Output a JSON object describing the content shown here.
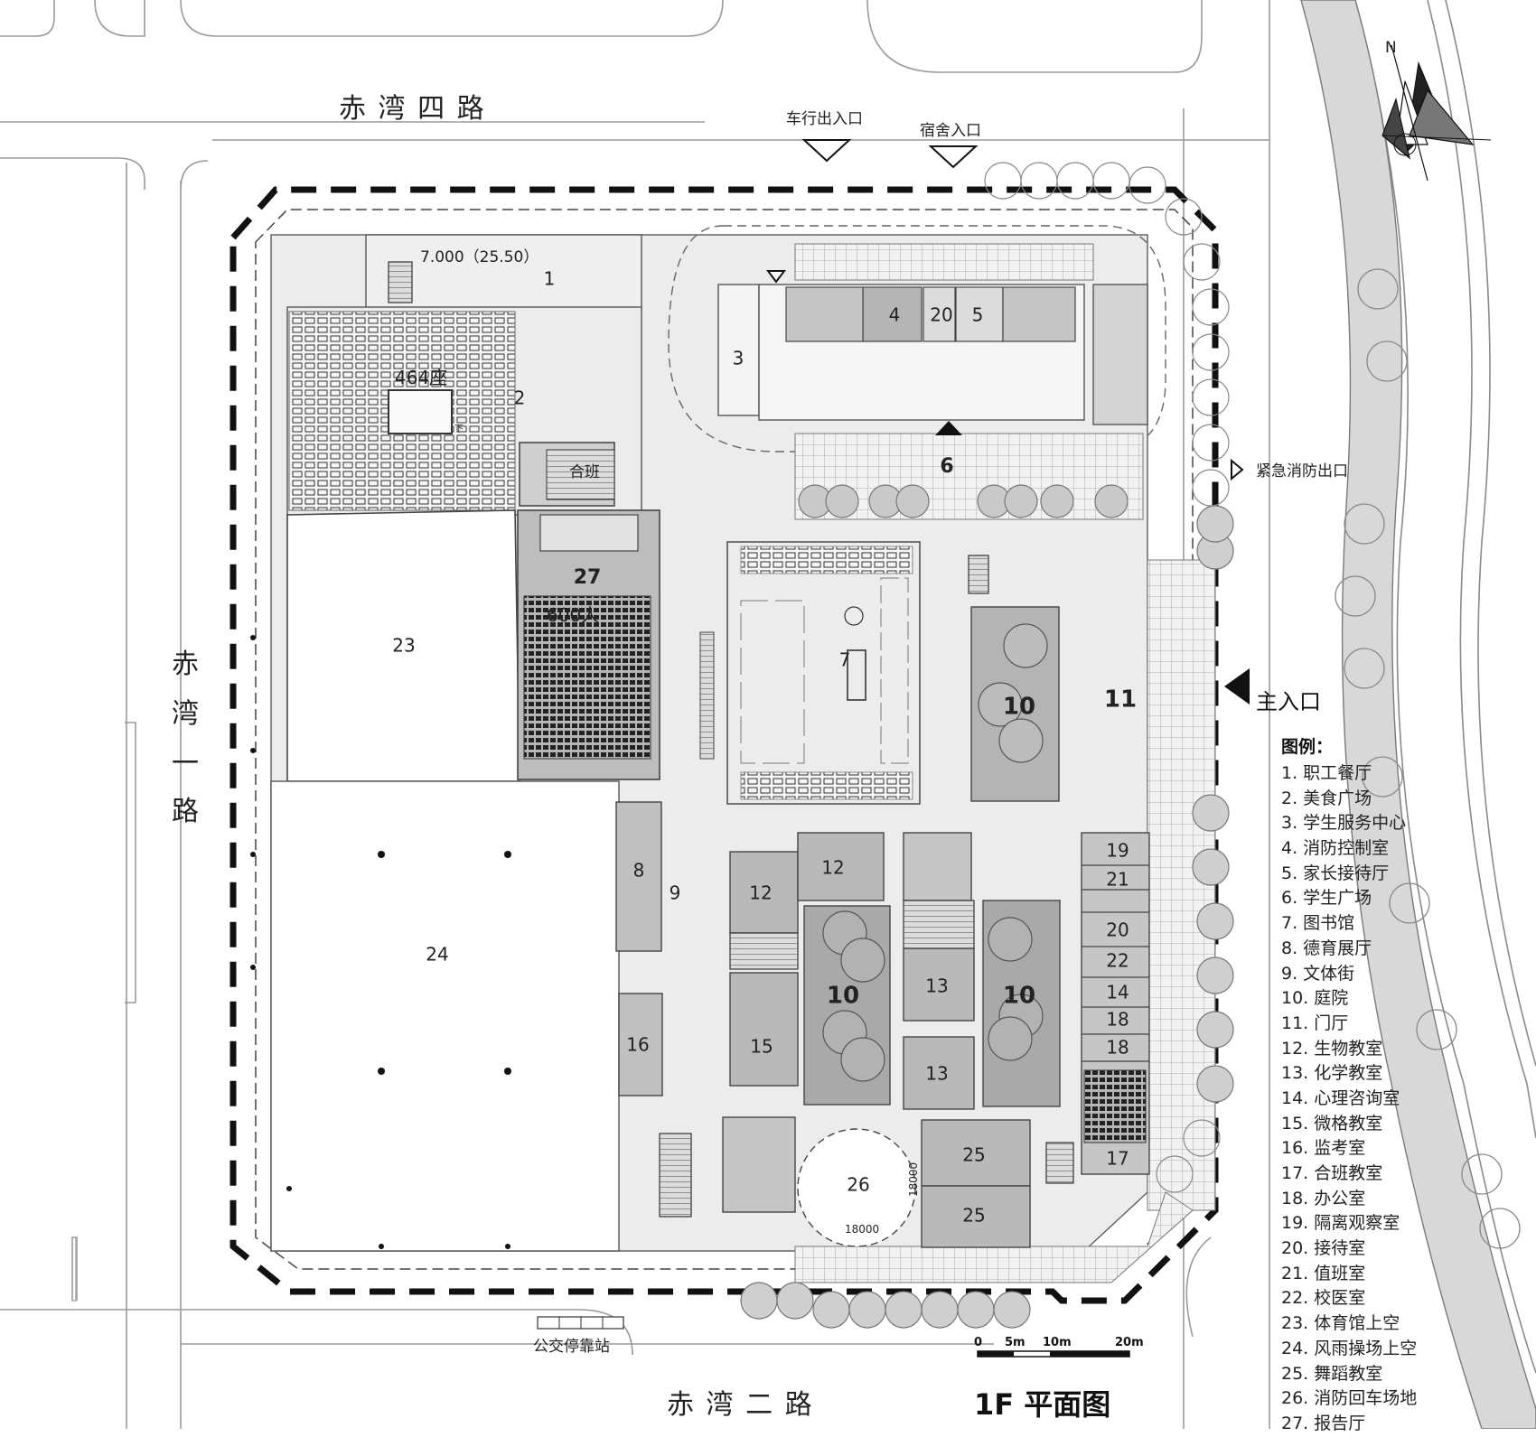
{
  "roads": {
    "north": "赤 湾 四 路",
    "south": "赤 湾 二 路",
    "west_chars": [
      "赤",
      "湾",
      "一",
      "路"
    ]
  },
  "entrances": {
    "vehicle": "车行出入口",
    "dormitory": "宿舍入口",
    "fire_exit": "紧急消防出口",
    "main": "主入口"
  },
  "labels": {
    "elevation": "7.000（25.50）",
    "seats_dining": "464座",
    "seats_hall": "600人",
    "bus_stop": "公交停靠站",
    "tai_ban": "合班",
    "dim_h": "18000",
    "dim_v": "18000",
    "north": "N",
    "down": "下"
  },
  "rooms": [
    {
      "id": "r1",
      "num": "1"
    },
    {
      "id": "r2",
      "num": "2"
    },
    {
      "id": "r3",
      "num": "3"
    },
    {
      "id": "r4",
      "num": "4"
    },
    {
      "id": "r20a",
      "num": "20"
    },
    {
      "id": "r5",
      "num": "5"
    },
    {
      "id": "r6",
      "num": "6"
    },
    {
      "id": "r7",
      "num": "7"
    },
    {
      "id": "r8",
      "num": "8"
    },
    {
      "id": "r9",
      "num": "9"
    },
    {
      "id": "r10a",
      "num": "10"
    },
    {
      "id": "r10b",
      "num": "10"
    },
    {
      "id": "r10c",
      "num": "10"
    },
    {
      "id": "r11",
      "num": "11"
    },
    {
      "id": "r12a",
      "num": "12"
    },
    {
      "id": "r12b",
      "num": "12"
    },
    {
      "id": "r13a",
      "num": "13"
    },
    {
      "id": "r13b",
      "num": "13"
    },
    {
      "id": "r14",
      "num": "14"
    },
    {
      "id": "r15",
      "num": "15"
    },
    {
      "id": "r16",
      "num": "16"
    },
    {
      "id": "r17",
      "num": "17"
    },
    {
      "id": "r18a",
      "num": "18"
    },
    {
      "id": "r18b",
      "num": "18"
    },
    {
      "id": "r19",
      "num": "19"
    },
    {
      "id": "r20b",
      "num": "20"
    },
    {
      "id": "r21",
      "num": "21"
    },
    {
      "id": "r22",
      "num": "22"
    },
    {
      "id": "r23",
      "num": "23"
    },
    {
      "id": "r24",
      "num": "24"
    },
    {
      "id": "r25a",
      "num": "25"
    },
    {
      "id": "r25b",
      "num": "25"
    },
    {
      "id": "r26",
      "num": "26"
    },
    {
      "id": "r27",
      "num": "27"
    }
  ],
  "legend": {
    "title": "图例：",
    "items": [
      "1. 职工餐厅",
      "2. 美食广场",
      "3. 学生服务中心",
      "4. 消防控制室",
      "5. 家长接待厅",
      "6. 学生广场",
      "7. 图书馆",
      "8. 德育展厅",
      "9. 文体街",
      "10. 庭院",
      "11. 门厅",
      "12. 生物教室",
      "13. 化学教室",
      "14. 心理咨询室",
      "15. 微格教室",
      "16. 监考室",
      "17. 合班教室",
      "18. 办公室",
      "19. 隔离观察室",
      "20. 接待室",
      "21. 值班室",
      "22. 校医室",
      "23. 体育馆上空",
      "24. 风雨操场上空",
      "25. 舞蹈教室",
      "26. 消防回车场地",
      "27. 报告厅"
    ]
  },
  "scale_bar": {
    "ticks": [
      "0",
      "5m",
      "10m",
      "20m"
    ]
  },
  "title": "1F 平面图",
  "colors": {
    "dark_gray": "#a8a8a8",
    "mid_gray": "#c6c6c6",
    "light_gray": "#e4e4e4",
    "line": "#555555",
    "boundary": "#111111"
  }
}
